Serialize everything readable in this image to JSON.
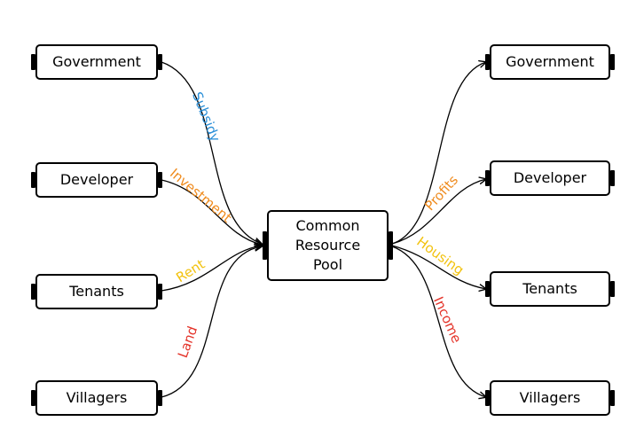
{
  "center": {
    "lines": [
      "Common",
      "Resource",
      "Pool"
    ]
  },
  "left_nodes": [
    {
      "label": "Government"
    },
    {
      "label": "Developer"
    },
    {
      "label": "Tenants"
    },
    {
      "label": "Villagers"
    }
  ],
  "right_nodes": [
    {
      "label": "Government"
    },
    {
      "label": "Developer"
    },
    {
      "label": "Tenants"
    },
    {
      "label": "Villagers"
    }
  ],
  "inflows": [
    {
      "label": "Subsidy",
      "color": "#2a8fd8"
    },
    {
      "label": "Investment",
      "color": "#ef8a1c"
    },
    {
      "label": "Rent",
      "color": "#f2c20f"
    },
    {
      "label": "Land",
      "color": "#e4342a"
    }
  ],
  "outflows": [
    {
      "label": "Profits",
      "color": "#ef8a1c"
    },
    {
      "label": "Housing",
      "color": "#f2c20f"
    },
    {
      "label": "Income",
      "color": "#e4342a"
    }
  ]
}
